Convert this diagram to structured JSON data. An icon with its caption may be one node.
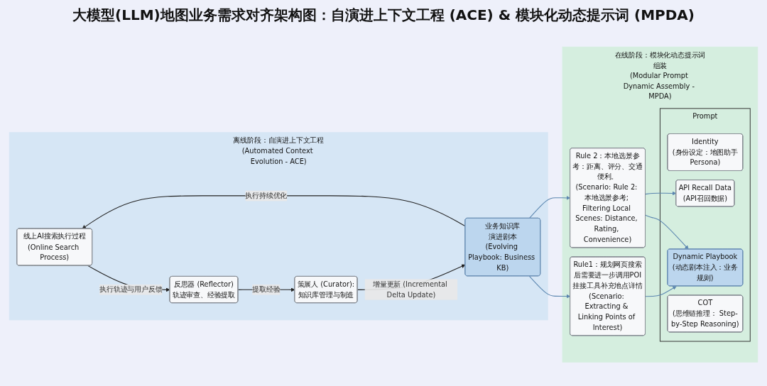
{
  "diagram": {
    "title": "大模型(LLM)地图业务需求对齐架构图：自演进上下文工程 (ACE) & 模块化动态提示词 (MPDA)",
    "nodes": [
      {
        "text": [
          "离线阶段：自演进上下文工程",
          "(Automated Context Evolution - ACE)"
        ]
      },
      {
        "text": [
          "线上AI搜索执行过程",
          "(Online Search Process)"
        ],
        "in": 0
      },
      {
        "text": [
          "业务知识库",
          "演进剧本",
          "(Evolving Playbook: Business KB)"
        ],
        "in": 0
      },
      {
        "text": [
          "反思器 (Reflector)",
          "轨迹审查、经验提取"
        ],
        "in": 0
      },
      {
        "text": [
          "策展人 (Curator):",
          "知识库管理与制造"
        ],
        "in": 0
      },
      {
        "text": [
          "在线阶段：模块化动态提示词组装",
          "(Modular Prompt Dynamic Assembly - MPDA)"
        ]
      },
      {
        "text": [
          "Rule1：规划网页搜索后需要进一步调用POI挂接工具补充地点详情",
          "(Scenario: Extracting & Linking Points of Interest)"
        ],
        "in": 5
      },
      {
        "text": [
          "Rule 2：本地选景参考：距离、评分、交通便利。",
          "(Scenario: Rule 2: 本地选景参考; Filtering Local Scenes: Distance, Rating, Convenience)"
        ],
        "in": 5
      },
      {
        "text": [
          "Prompt"
        ],
        "in": 5
      },
      {
        "text": [
          "Identity",
          "(身份设定：地图助手Persona)"
        ],
        "in": 8
      },
      {
        "text": [
          "API Recall Data",
          "(API召回数据)"
        ],
        "in": 8
      },
      {
        "text": [
          "Dynamic Playbook",
          "(动态剧本注入：业务规则)"
        ],
        "in": 8
      },
      {
        "text": [
          "COT",
          "(思维链推理： Step-by-Step Reasoning)"
        ],
        "in": 8
      }
    ],
    "edges": [
      {
        "from": 2,
        "to": 1,
        "arrow": "to",
        "label": "执行持续优化",
        "color": "#222222"
      },
      {
        "from": 1,
        "to": 3,
        "arrow": "to",
        "label": "执行轨迹与用户反馈",
        "color": "#222222"
      },
      {
        "from": 3,
        "to": 4,
        "arrow": "to",
        "label": "提取经验",
        "color": "#222222"
      },
      {
        "from": 4,
        "to": 2,
        "arrow": "to",
        "label": "增量更新 (Incremental Delta Update)",
        "color": "#222222"
      },
      {
        "from": 2,
        "to": 6,
        "arrow": "to",
        "color": "#5b86b0"
      },
      {
        "from": 2,
        "to": 7,
        "arrow": "to",
        "color": "#5b86b0"
      },
      {
        "from": 6,
        "to": 11,
        "arrow": "to",
        "color": "#5b86b0"
      },
      {
        "from": 7,
        "to": 10,
        "arrow": "to",
        "color": "#5b86b0"
      },
      {
        "from": 7,
        "to": 11,
        "arrow": "to",
        "color": "#5b86b0"
      }
    ]
  }
}
